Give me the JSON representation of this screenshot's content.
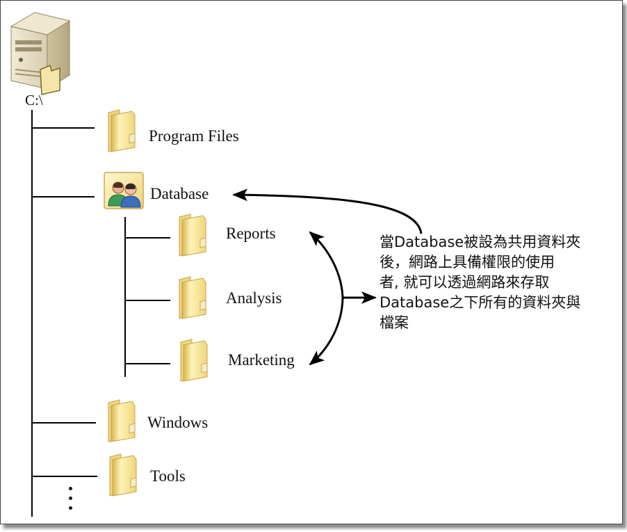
{
  "drive": {
    "label": "C:\\",
    "icon": "server-icon"
  },
  "tree": {
    "root_items": [
      {
        "label": "Program Files",
        "icon": "folder-icon"
      },
      {
        "label": "Database",
        "icon": "shared-folder-icon"
      },
      {
        "label": "Windows",
        "icon": "folder-icon"
      },
      {
        "label": "Tools",
        "icon": "folder-icon"
      }
    ],
    "database_children": [
      {
        "label": "Reports",
        "icon": "folder-icon"
      },
      {
        "label": "Analysis",
        "icon": "folder-icon"
      },
      {
        "label": "Marketing",
        "icon": "folder-icon"
      }
    ],
    "more_indicator": "⋮"
  },
  "note": {
    "lines": [
      "當Database被設為共用資料夾",
      "後，網路上具備權限的使用",
      "者, 就可以透過網路來存取",
      "Database之下所有的資料夾與",
      "檔案"
    ]
  },
  "colors": {
    "folder_light": "#fdf3b8",
    "folder_mid": "#f1d67a",
    "folder_dark": "#d9b54d",
    "line": "#000000"
  }
}
